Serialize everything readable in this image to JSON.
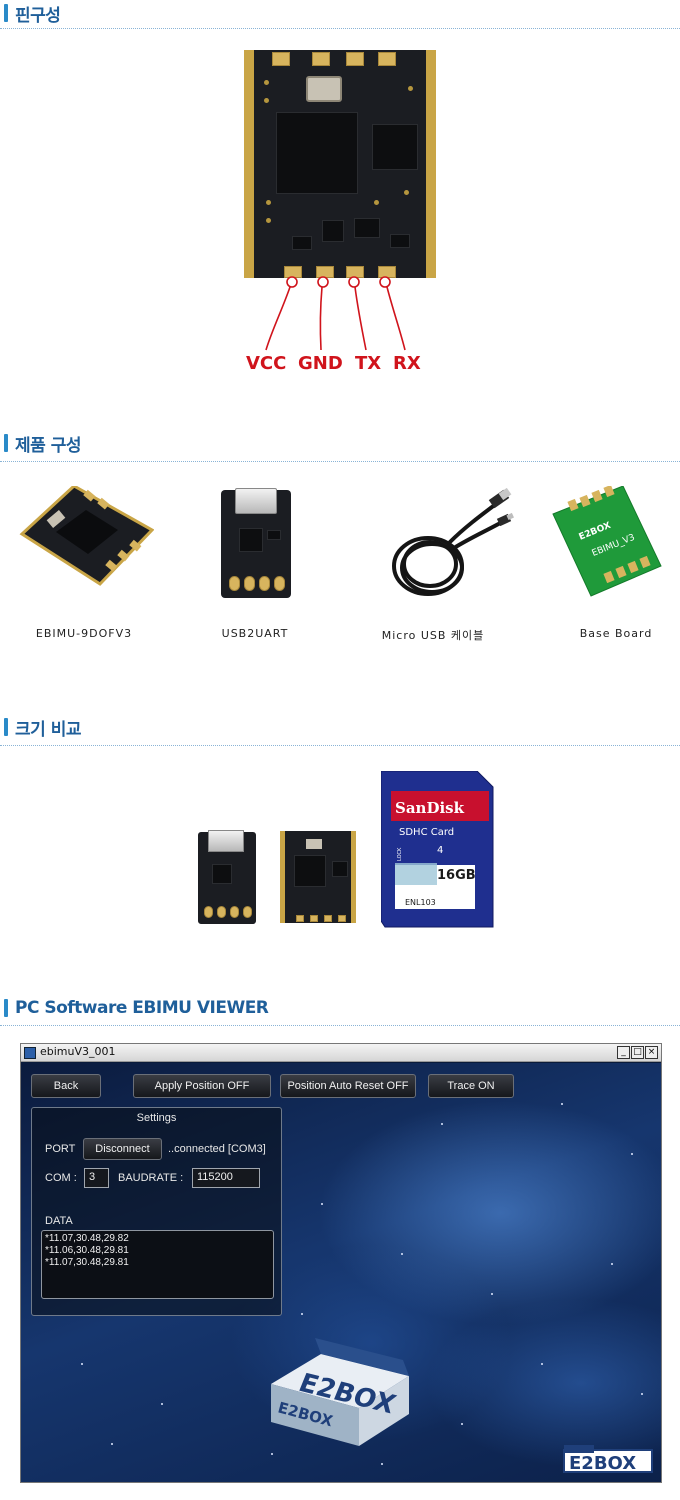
{
  "sections": {
    "pin_config": "핀구성",
    "product_composition": "제품 구성",
    "size_compare": "크기 비교",
    "pc_software": "PC Software EBIMU VIEWER"
  },
  "pins": [
    "VCC",
    "GND",
    "TX",
    "RX"
  ],
  "products": [
    {
      "label": "EBIMU-9DOFV3"
    },
    {
      "label": "USB2UART"
    },
    {
      "label": "Micro USB 케이블"
    },
    {
      "label": "Base Board"
    }
  ],
  "base_board_silk": {
    "brand": "E2BOX",
    "name": "EBIMU_V3"
  },
  "sd_card": {
    "brand": "SanDisk",
    "type": "SDHC Card",
    "capacity": "16GB",
    "class": "4",
    "lock": "LOCK",
    "code": "ENL103"
  },
  "viewer": {
    "window_title": "ebimuV3_001",
    "window_controls": [
      "_",
      "□",
      "×"
    ],
    "buttons": {
      "back": "Back",
      "apply_position": "Apply Position OFF",
      "position_auto_reset": "Position Auto Reset OFF",
      "trace": "Trace ON"
    },
    "settings": {
      "title": "Settings",
      "port_label": "PORT",
      "port_button": "Disconnect",
      "port_status": "..connected [COM3]",
      "com_label": "COM :",
      "com_value": "3",
      "baud_label": "BAUDRATE :",
      "baud_value": "115200",
      "data_label": "DATA",
      "data_lines": [
        "*11.07,30.48,29.82",
        "*11.06,30.48,29.81",
        "*11.07,30.48,29.81"
      ]
    },
    "logo_text": "E2BOX"
  },
  "colors": {
    "accent": "#1f5f9a",
    "pin_label": "#d0141c",
    "pcb": "#1b1d22",
    "gold": "#d7b45e"
  }
}
